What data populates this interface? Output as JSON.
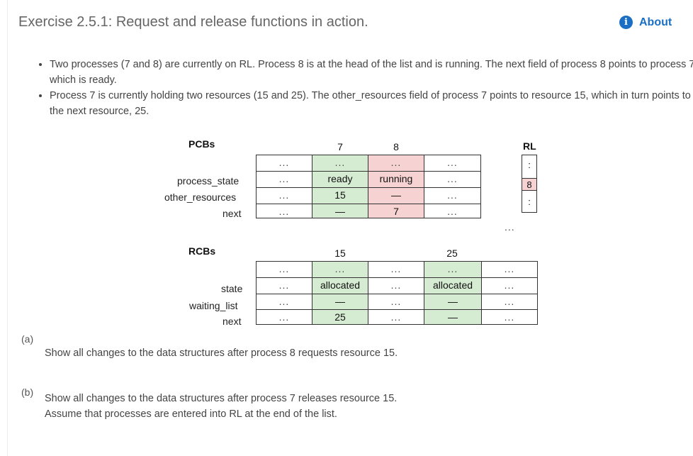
{
  "header": {
    "title": "Exercise 2.5.1: Request and release functions in action.",
    "about_label": "About",
    "about_icon": "info-icon"
  },
  "bullets": [
    "Two processes (7 and 8) are currently on RL. Process 8 is at the head of the list and is running. The next field of process 8 points to process 7, which is ready.",
    "Process 7 is currently holding two resources (15 and 25). The other_resources field of process 7 points to resource 15, which in turn points to the next resource, 25."
  ],
  "pcb": {
    "heading": "PCBs",
    "row_labels": [
      "process_state",
      "other_resources",
      "next"
    ],
    "column_numbers": [
      "7",
      "8"
    ],
    "ellipsis": "...",
    "rows": [
      [
        "...",
        "...",
        "...",
        "..."
      ],
      [
        "...",
        "ready",
        "running",
        "..."
      ],
      [
        "...",
        "15",
        "—",
        "..."
      ],
      [
        "...",
        "—",
        "7",
        "..."
      ]
    ]
  },
  "rl": {
    "heading": "RL",
    "items": [
      ":",
      "8",
      ":"
    ],
    "trailing": "..."
  },
  "rcb": {
    "heading": "RCBs",
    "row_labels": [
      "state",
      "waiting_list",
      "next"
    ],
    "column_numbers": [
      "15",
      "25"
    ],
    "rows": [
      [
        "...",
        "...",
        "...",
        "...",
        "..."
      ],
      [
        "...",
        "allocated",
        "...",
        "allocated",
        "..."
      ],
      [
        "...",
        "—",
        "...",
        "—",
        "..."
      ],
      [
        "...",
        "25",
        "...",
        "—",
        "..."
      ]
    ]
  },
  "parts": {
    "a_label": "(a)",
    "a_text": "Show all changes to the data structures after process 8 requests resource 15.",
    "b_label": "(b)",
    "b_text_line1": "Show all changes to the data structures after process 7 releases resource 15.",
    "b_text_line2": "Assume that processes are entered into RL at the end of the list."
  },
  "colors": {
    "green_cell": "#d6ecd2",
    "pink_cell": "#f6d2d2",
    "accent": "#1a6fc4"
  }
}
